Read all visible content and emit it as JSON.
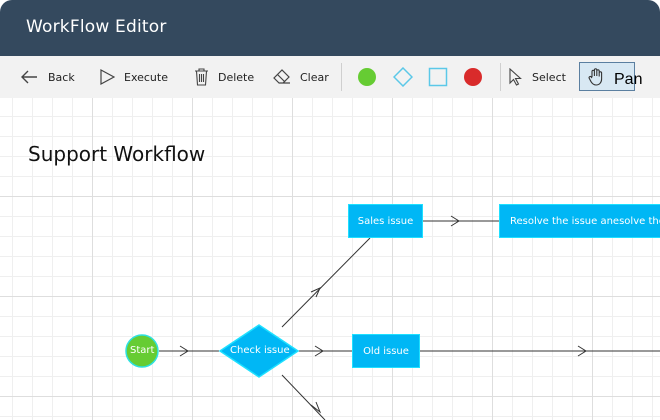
{
  "window": {
    "title": "WorkFlow Editor"
  },
  "toolbar": {
    "back": "Back",
    "execute": "Execute",
    "delete": "Delete",
    "clear": "Clear",
    "select": "Select",
    "pan": "Pan",
    "active_tool": "Pan",
    "shapes": [
      {
        "name": "circle",
        "color": "#66cc33"
      },
      {
        "name": "diamond",
        "color": "#5bc8e8"
      },
      {
        "name": "square",
        "color": "#5bc8e8"
      },
      {
        "name": "circle",
        "color": "#d92b2b"
      }
    ]
  },
  "canvas": {
    "workflow_title": "Support Workflow",
    "nodes": {
      "start": "Start",
      "check_issue": "Check issue",
      "sales_issue": "Sales issue",
      "resolve": "Resolve the issue anesolve the",
      "old_issue": "Old issue"
    },
    "colors": {
      "node_fill": "#00b7f5",
      "start_fill": "#66cc33",
      "connector": "#333333"
    }
  }
}
